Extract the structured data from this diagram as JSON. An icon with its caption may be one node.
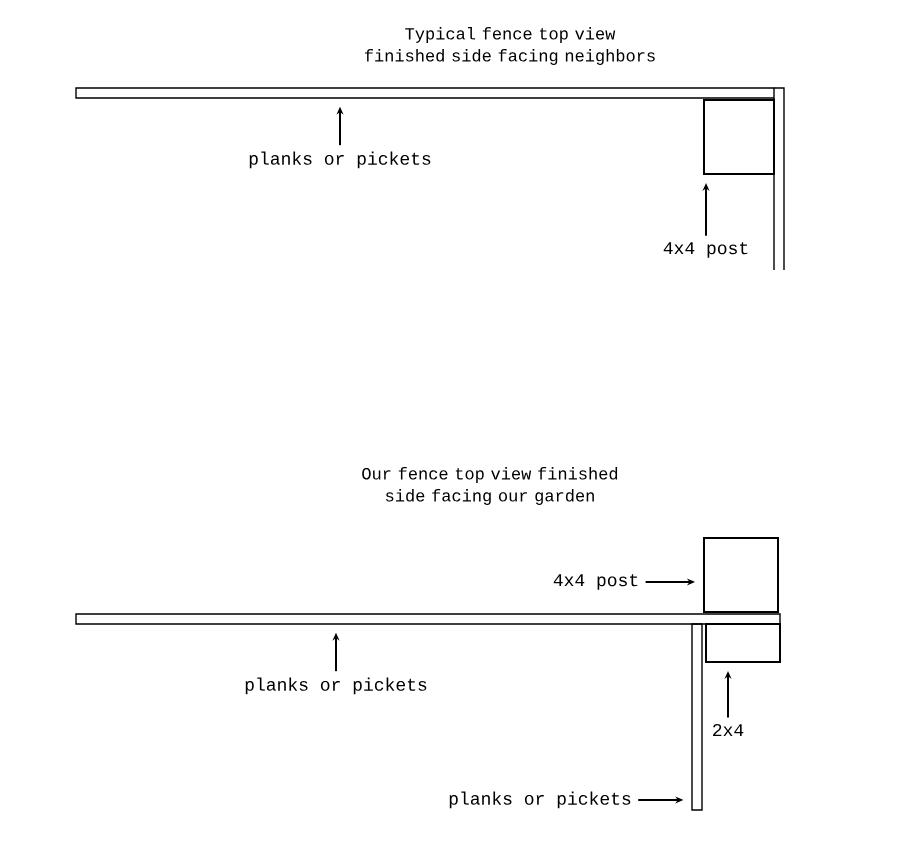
{
  "diagram": {
    "nodes": [
      {
        "text": [
          "planks or pickets"
        ]
      },
      {
        "text": [],
        "shape": "bar"
      },
      {
        "text": [
          "4x4 post"
        ]
      },
      {
        "text": [],
        "shape": "box"
      },
      {
        "text": [
          "planks or pickets"
        ]
      },
      {
        "text": [],
        "shape": "bar"
      },
      {
        "text": [
          "4x4 post"
        ]
      },
      {
        "text": [],
        "shape": "box"
      },
      {
        "text": [
          "2x4"
        ]
      },
      {
        "text": [],
        "shape": "box"
      },
      {
        "text": [
          "planks or pickets"
        ]
      },
      {
        "text": [],
        "shape": "bar"
      }
    ],
    "edges": [
      {
        "from": 0,
        "to": 1,
        "arrow": "to"
      },
      {
        "from": 2,
        "to": 3,
        "arrow": "to"
      },
      {
        "from": 6,
        "to": 7,
        "arrow": "to"
      },
      {
        "from": 4,
        "to": 5,
        "arrow": "to"
      },
      {
        "from": 8,
        "to": 9,
        "arrow": "to"
      },
      {
        "from": 10,
        "to": 11,
        "arrow": "to"
      }
    ],
    "labels": [
      "Typical fence top view finished side facing neighbors",
      "Our fence top view finished side facing our garden"
    ]
  }
}
